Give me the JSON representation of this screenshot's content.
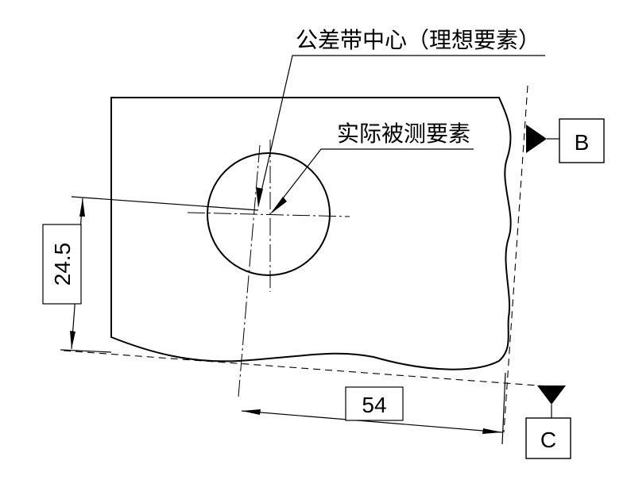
{
  "annotations": {
    "tolerance_zone_center": "公差带中心（理想要素）",
    "actual_feature": "实际被测要素"
  },
  "dimensions": {
    "vertical": "24.5",
    "horizontal": "54"
  },
  "datums": {
    "b": "B",
    "c": "C"
  }
}
